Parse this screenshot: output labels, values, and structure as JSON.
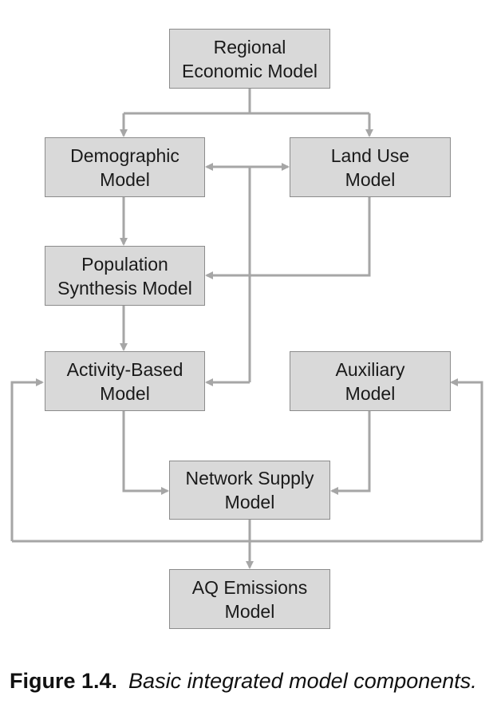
{
  "diagram": {
    "nodes": {
      "regional": [
        "Regional",
        "Economic Model"
      ],
      "demographic": [
        "Demographic",
        "Model"
      ],
      "landuse": [
        "Land Use",
        "Model"
      ],
      "population": [
        "Population",
        "Synthesis Model"
      ],
      "activity": [
        "Activity-Based",
        "Model"
      ],
      "auxiliary": [
        "Auxiliary",
        "Model"
      ],
      "network": [
        "Network Supply",
        "Model"
      ],
      "aq": [
        "AQ Emissions",
        "Model"
      ]
    },
    "colors": {
      "box_fill": "#d9d9d9",
      "box_border": "#8c8c8c",
      "connector": "#a6a6a6"
    }
  },
  "caption": {
    "number": "Figure 1.4.",
    "text": "Basic integrated model components."
  }
}
